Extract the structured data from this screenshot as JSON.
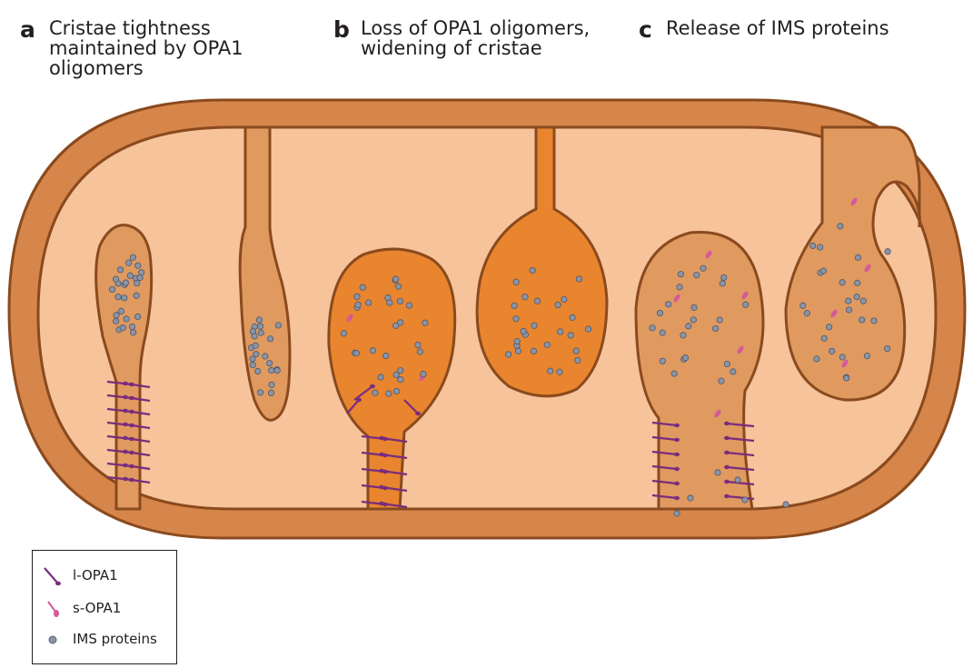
{
  "panels": [
    {
      "letter": "a",
      "title": "Cristae tightness\nmaintained by OPA1\noligomers"
    },
    {
      "letter": "b",
      "title": "Loss of OPA1 oligomers,\nwidening of cristae"
    },
    {
      "letter": "c",
      "title": "Release of IMS proteins"
    }
  ],
  "legend": {
    "items": [
      {
        "label": "l-OPA1",
        "icon": "l-opa1-icon"
      },
      {
        "label": "s-OPA1",
        "icon": "s-opa1-icon"
      },
      {
        "label": "IMS proteins",
        "icon": "ims-protein-icon"
      }
    ]
  },
  "colors": {
    "outer_membrane": "#d6864a",
    "membrane_stroke": "#8a4a1e",
    "ims_space": "#e9a36b",
    "matrix": "#f6c39a",
    "crista_lumen": "#e8852e",
    "l_opa1": "#7a2c7e",
    "s_opa1": "#d45a9a",
    "ims_protein": "#8a94a6"
  }
}
